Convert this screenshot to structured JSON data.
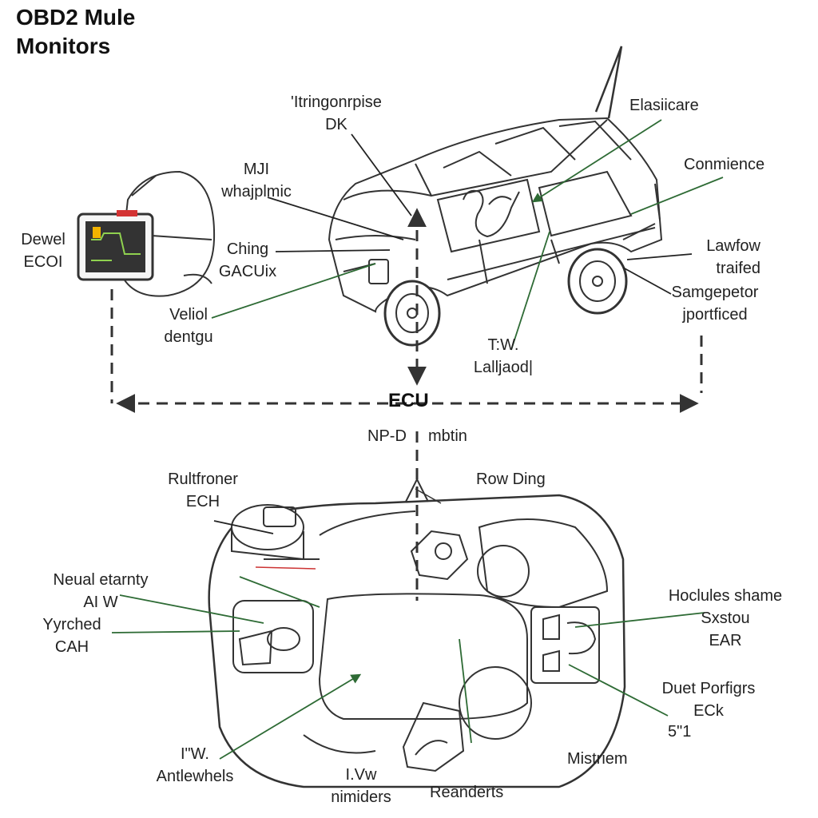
{
  "title": {
    "line1": "OBD2 Mule",
    "line2": "Monitors"
  },
  "center": {
    "ecu": "ECU",
    "sub_left": "NP-D",
    "sub_right": "mbtin"
  },
  "labels": {
    "top_center": [
      "'Itringonrpise",
      "DK"
    ],
    "top_right": [
      "Elasiicare"
    ],
    "mid_left_vehicle": [
      "MJI",
      "whajplmic"
    ],
    "conmience": [
      "Conmience"
    ],
    "scanner": [
      "Dewel",
      "ECOI"
    ],
    "ching": [
      "Ching",
      "GACUix"
    ],
    "lawfow": [
      "Lawfow",
      "traifed"
    ],
    "samgepetor": [
      "Samgepetor",
      "jportficed"
    ],
    "veliol": [
      "Veliol",
      "dentgu"
    ],
    "tw": [
      "T:W.",
      "Lalljaod|"
    ],
    "rultfroner": [
      "Rultfroner",
      "ECH"
    ],
    "row_ding": [
      "Row Ding"
    ],
    "neual": [
      "Neual etarnty",
      "AI W"
    ],
    "yyrched": [
      "Yyrched",
      "CAH"
    ],
    "hoclules": [
      "Hoclules shame",
      "Sxstou",
      "EAR"
    ],
    "duet": [
      "Duet Porfigrs",
      "ECk",
      "5\"1"
    ],
    "antlewhels": [
      "I\"W.",
      "Antlewhels"
    ],
    "nimiders": [
      "I.Vw",
      "nimiders"
    ],
    "reanderts": [
      "Reanderts"
    ],
    "mistriem": [
      "Mistriem"
    ]
  },
  "colors": {
    "ink": "#1a1a1a",
    "leader_green": "#2e6b35",
    "screen_bg": "#333333",
    "screen_trace": "#8fd14f",
    "screen_warning": "#d33232"
  },
  "icons": [
    "obd-scanner-icon",
    "vehicle-icon",
    "engine-bay-icon",
    "connection-arrow-icon"
  ]
}
